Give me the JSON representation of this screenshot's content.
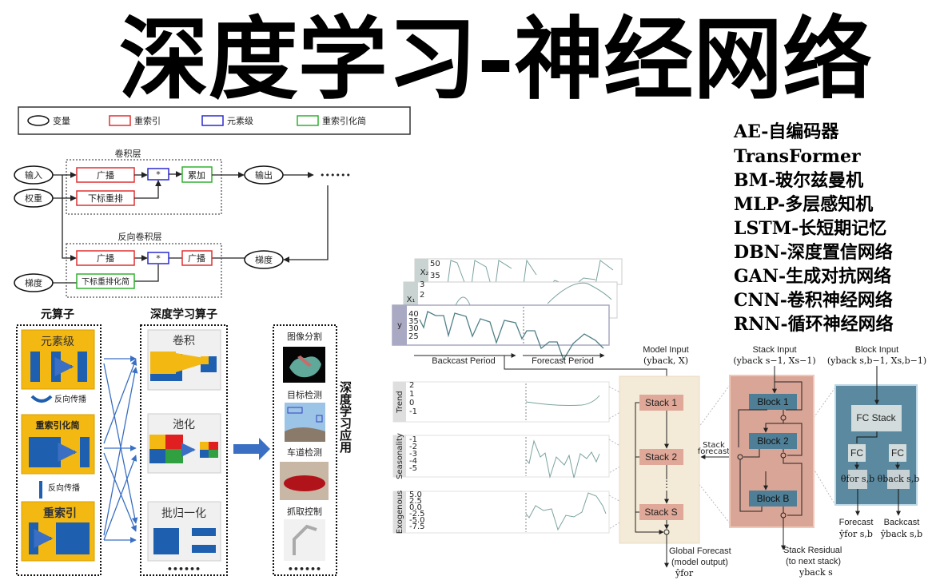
{
  "title": "深度学习-神经网络",
  "legend": {
    "items": [
      {
        "shape": "ellipse",
        "label": "变量",
        "color": "#000000"
      },
      {
        "shape": "rect",
        "label": "重索引",
        "color": "#e03030"
      },
      {
        "shape": "rect",
        "label": "元素级",
        "color": "#2a2ad0"
      },
      {
        "shape": "rect",
        "label": "重索引化简",
        "color": "#30b030"
      }
    ]
  },
  "conv_diagram": {
    "forward_title": "卷积层",
    "backward_title": "反向卷积层",
    "input": "输入",
    "weight": "权重",
    "broadcast": "广播",
    "reindex": "下标重排",
    "multiply": "*",
    "accumulate": "累加",
    "output": "输出",
    "ellipsis": "••••••",
    "gradient": "梯度",
    "broadcast_back": "广播",
    "reindex_reduce": "下标重排化简",
    "gradient_in": "梯度"
  },
  "operators": {
    "meta_title": "元算子",
    "dl_title": "深度学习算子",
    "meta_cards": [
      "元素级",
      "重索引化简",
      "重索引"
    ],
    "backprop_1": "反向传播",
    "backprop_2": "反向传播",
    "dl_cards": [
      "卷积",
      "池化",
      "批归一化"
    ],
    "dl_ellipsis": "••••••",
    "apps_title": "深度学习应用",
    "apps": [
      "图像分割",
      "目标检测",
      "车道检测",
      "抓取控制"
    ],
    "apps_ellipsis": "••••••"
  },
  "network_list": [
    "AE-自编码器",
    "TransFormer",
    "BM-玻尔兹曼机",
    "MLP-多层感知机",
    "LSTM-长短期记忆",
    "DBN-深度置信网络",
    "GAN-生成对抗网络",
    "CNN-卷积神经网络",
    "RNN-循环神经网络"
  ],
  "nbeats": {
    "series_labels": [
      "X₂",
      "X₁",
      "y"
    ],
    "x2_ticks": [
      "50",
      "35"
    ],
    "x1_ticks": [
      "3",
      "2"
    ],
    "y_ticks": [
      "40",
      "35",
      "30",
      "25"
    ],
    "backcast_period": "Backcast Period",
    "forecast_period": "Forecast Period",
    "components": [
      "Trend",
      "Seasonality",
      "Exogenous"
    ],
    "trend_ticks": [
      "2",
      "1",
      "0",
      "-1"
    ],
    "seasonality_ticks": [
      "-1",
      "-2",
      "-3",
      "-4",
      "-5"
    ],
    "exogenous_ticks": [
      "5.0",
      "2.5",
      "0.0",
      "-2.5",
      "-5.0",
      "-7.5"
    ],
    "model_input": "Model Input",
    "model_input_math": "(yback, X)",
    "stacks": [
      "Stack 1",
      "Stack 2",
      "Stack S"
    ],
    "stack_dots": "⋮",
    "global_forecast": "Global Forecast",
    "model_output": "(model output)",
    "global_forecast_math": "ŷfor",
    "stack_input": "Stack Input",
    "stack_input_math": "(yback s−1, Xs−1)",
    "blocks": [
      "Block 1",
      "Block 2",
      "Block B"
    ],
    "stack_forecast": [
      "Stack",
      "forecast"
    ],
    "stack_residual": "Stack Residual",
    "to_next_stack": "(to next stack)",
    "stack_residual_math": "yback s",
    "block_input": "Block Input",
    "block_input_math": "(yback s,b−1, Xs,b−1)",
    "fc_stack": "FC Stack",
    "fc": "FC",
    "theta_for": "θfor s,b",
    "theta_back": "θback s,b",
    "forecast": "Forecast",
    "backcast": "Backcast",
    "forecast_math": "ŷfor s,b",
    "backcast_math": "ŷback s,b",
    "colors": {
      "stack": "#dfa898",
      "stack_box": "#f4ead8",
      "block": "#4f7f96",
      "block_box": "#d9a596",
      "fc_box": "#5b8aa0",
      "fc": "#d3dcdc",
      "line": "#7aa3a0"
    }
  }
}
